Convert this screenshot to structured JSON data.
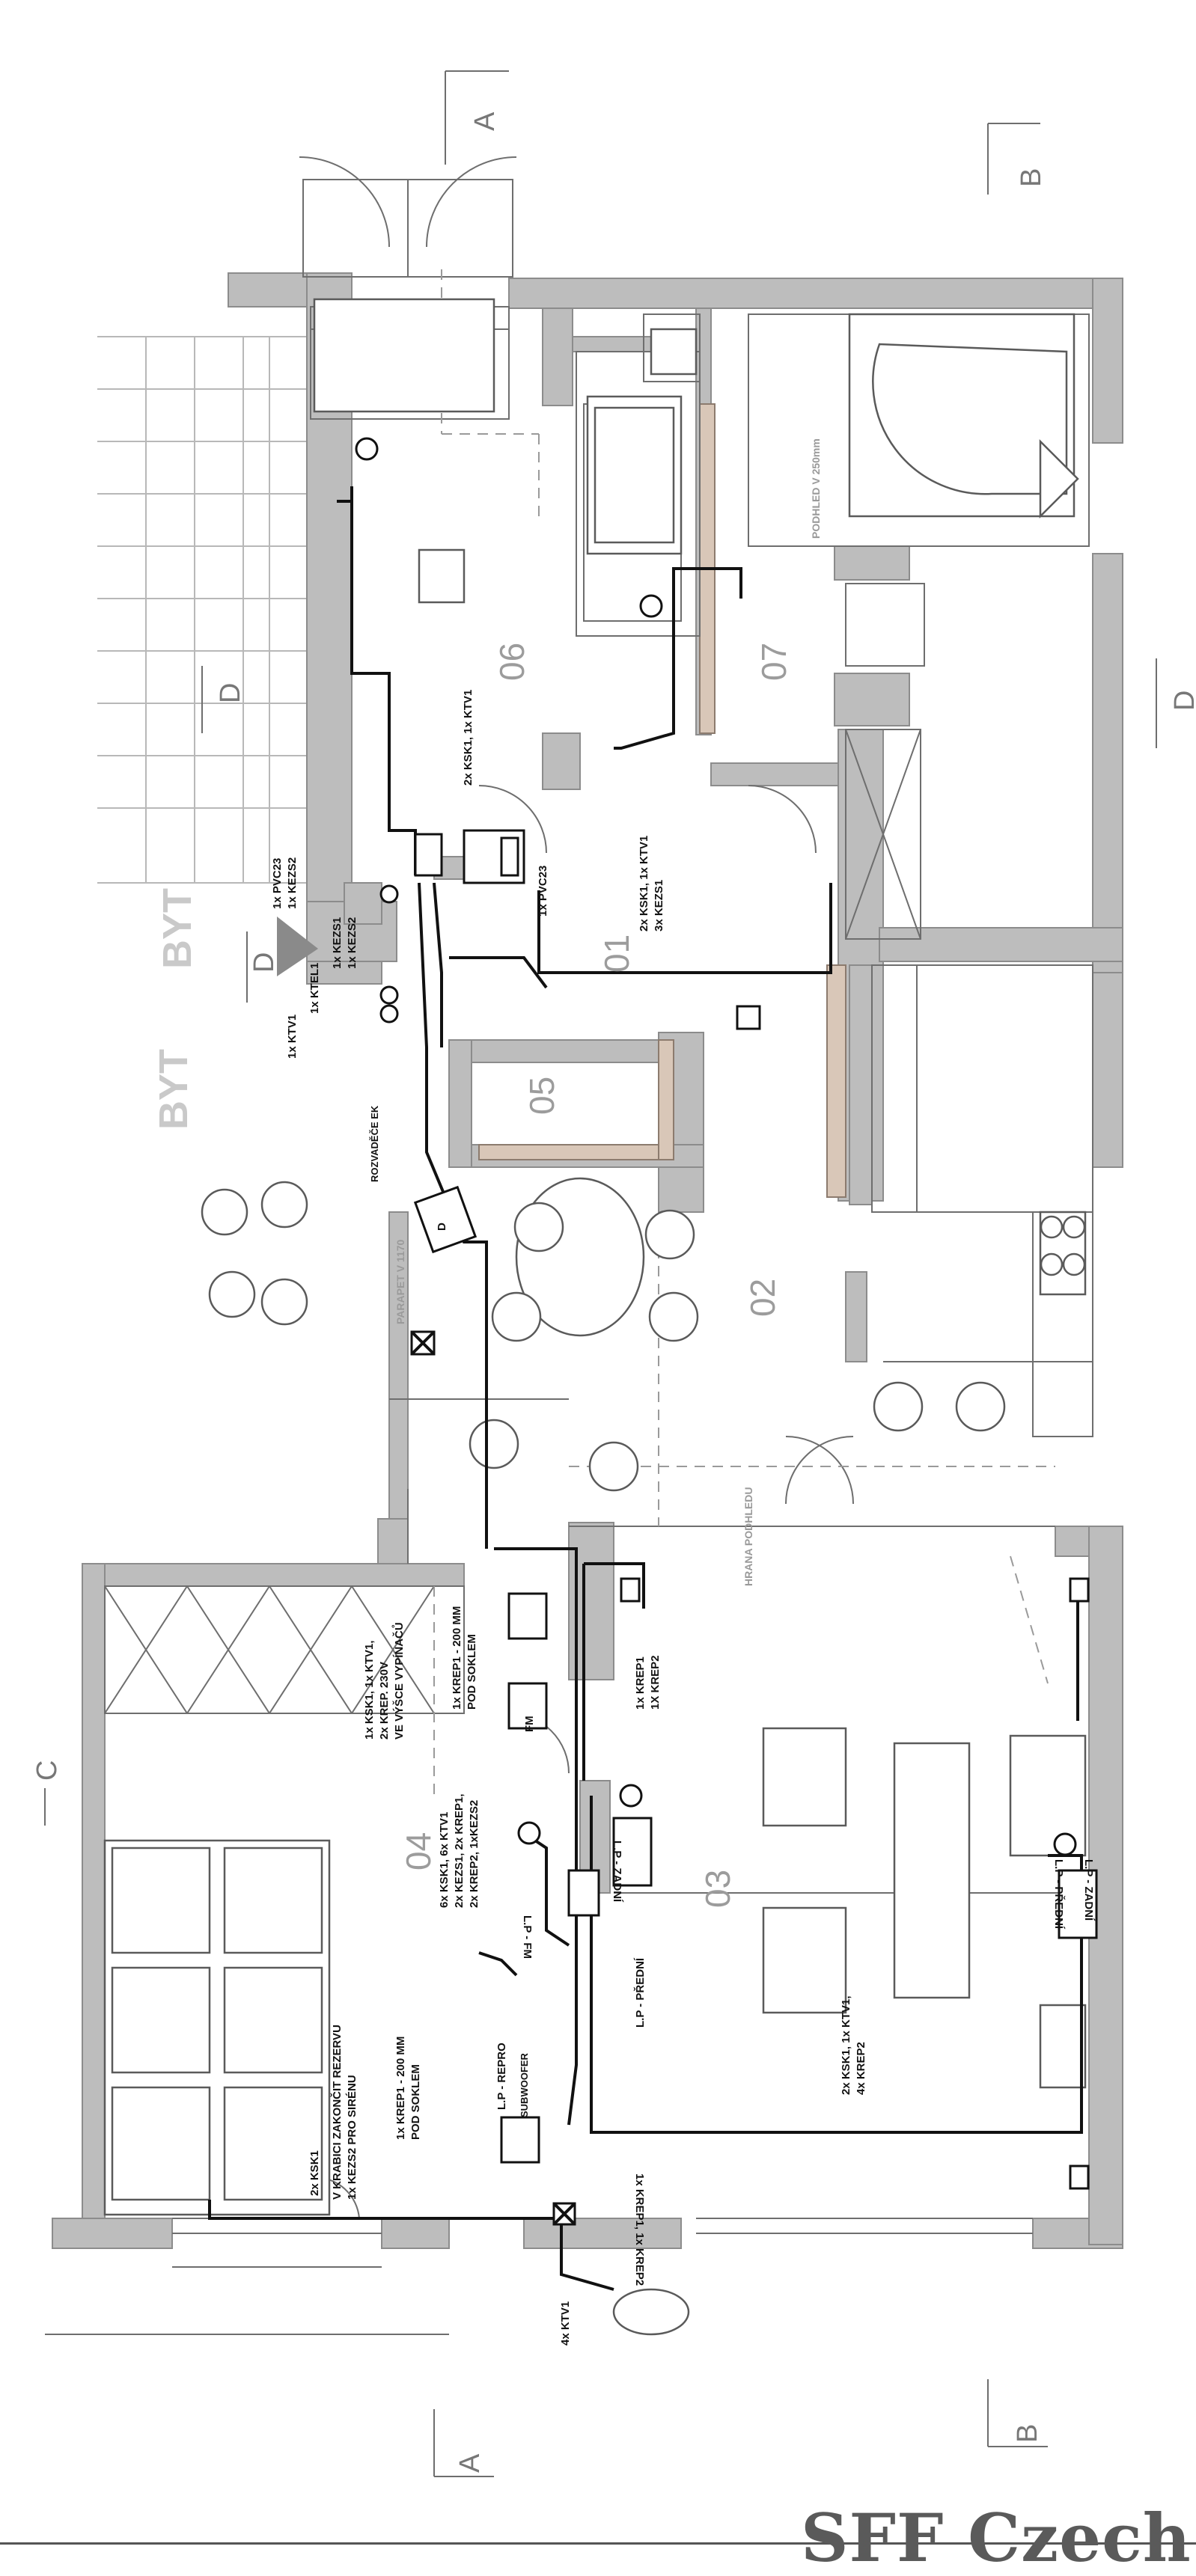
{
  "rooms": [
    "01",
    "02",
    "03",
    "04",
    "05",
    "06",
    "07"
  ],
  "sections": {
    "a": "A",
    "b": "B",
    "c": "C",
    "d": "D"
  },
  "neighbours": [
    "BYT",
    "BYT"
  ],
  "labels": {
    "distribution_board": "ROZVADĚČE EK",
    "ceiling_hall": "PODHLED V 250mm",
    "ceiling_edge": "HRANA PODHLEDU",
    "parapet": "PARAPET V 1170",
    "r06_cables": "2x KSK1, 1x KTV1",
    "r01_cables_1": "2x KSK1, 1x KTV1",
    "r01_cables_2": "3x KEZS1",
    "pvc23_a": "1x PVC23",
    "pvc23_b": "1x PVC23",
    "kezs2_a": "1x KEZS2",
    "kezs1": "1x KEZS1",
    "kezs2_b": "1x KEZS2",
    "ktel1": "1x KTEL1",
    "ktv1_top": "1x KTV1",
    "r04_top_1": "1x KSK1, 1x KTV1,",
    "r04_top_2": "2x KREP. 230V",
    "r04_top_3": "VE VÝŠCE VYPÍNAČŮ",
    "krep1_top_1": "1x KREP1 - 200 MM",
    "krep1_top_2": "POD SOKLEM",
    "r04_mid_1": "6x KSK1, 6x KTV1",
    "r04_mid_2": "2x KEZS1, 2x KREP1,",
    "r04_mid_3": "2x KREP2, 1xKEZS2",
    "krep_pair_1": "1x KREP1",
    "krep_pair_2": "1X KREP2",
    "lp_zadni_1": "L.P - ZADNÍ",
    "lp_predni_1": "L.P - PŘEDNÍ",
    "lp_predni_2": "L.P - PŘEDNÍ",
    "lp_zadni_2": "L.P - ZADNÍ",
    "lp_fm": "L.P - FM",
    "lp_repro": "L.P - REPRO",
    "sub_text": "SUBWOOFER",
    "r03_cables_1": "2x KSK1, 1x KTV1,",
    "r03_cables_2": "4x KREP2",
    "krep_bottom": "1x KREP1, 1x KREP2",
    "reserve_1": "V KRABICI ZAKONČIT REZERVU",
    "reserve_2": "1x KEZS2 PRO SIRÉNU",
    "krep1_bottom_1": "1x KREP1 - 200 MM",
    "krep1_bottom_2": "POD SOKLEM",
    "ksk1_bottom": "2x KSK1",
    "ktv1_bottom": "4x KTV1",
    "fm": "FM",
    "d_box": "D"
  },
  "watermark": "SFF Czech"
}
